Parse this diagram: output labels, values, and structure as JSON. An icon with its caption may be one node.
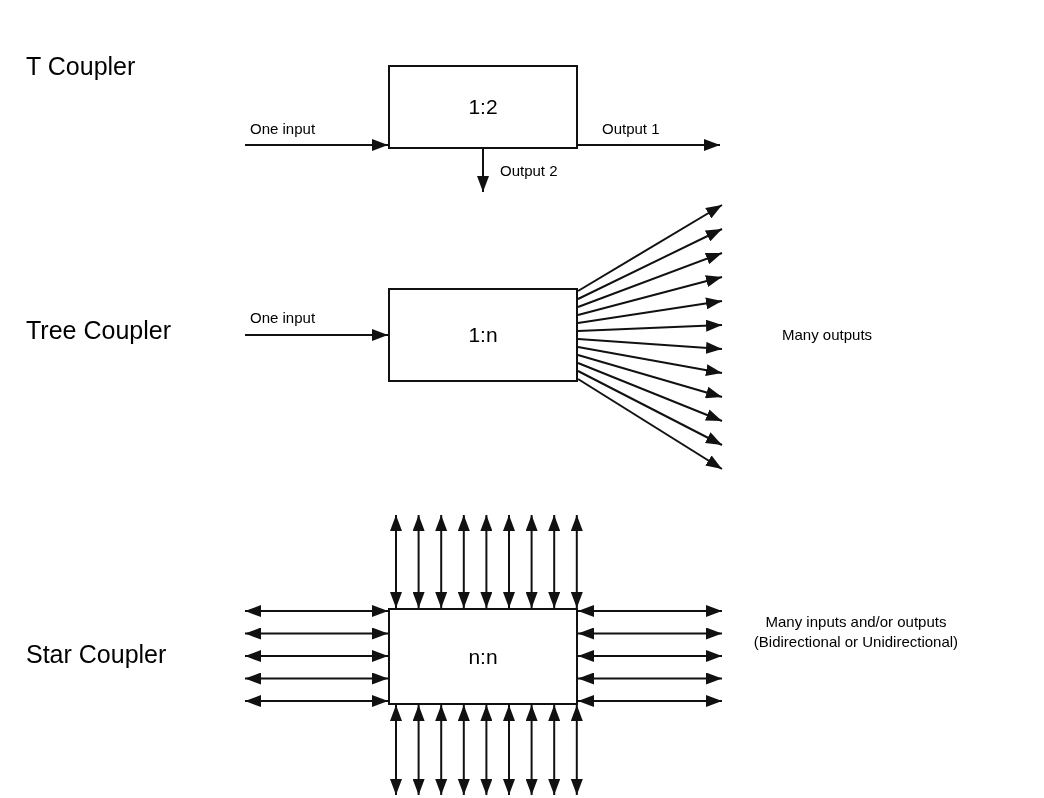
{
  "diagram": {
    "nodes": [
      {
        "text": [
          "1:2"
        ]
      },
      {
        "text": [
          "1:n"
        ]
      },
      {
        "text": [
          "n:n"
        ]
      }
    ],
    "edges": [
      {
        "from": null,
        "to": 0,
        "arrow": "to",
        "label": "One input"
      },
      {
        "from": 0,
        "to": null,
        "arrow": "to",
        "label": "Output 1"
      },
      {
        "from": 0,
        "to": null,
        "arrow": "to",
        "label": "Output 2"
      },
      {
        "from": null,
        "to": 1,
        "arrow": "to",
        "label": "One input"
      },
      {
        "from": 1,
        "to": null,
        "arrow": "to"
      },
      {
        "from": 1,
        "to": null,
        "arrow": "to"
      },
      {
        "from": 1,
        "to": null,
        "arrow": "to"
      },
      {
        "from": 1,
        "to": null,
        "arrow": "to"
      },
      {
        "from": 1,
        "to": null,
        "arrow": "to"
      },
      {
        "from": 1,
        "to": null,
        "arrow": "to"
      },
      {
        "from": 1,
        "to": null,
        "arrow": "to"
      },
      {
        "from": 1,
        "to": null,
        "arrow": "to"
      },
      {
        "from": 1,
        "to": null,
        "arrow": "to"
      },
      {
        "from": 1,
        "to": null,
        "arrow": "to"
      },
      {
        "from": 1,
        "to": null,
        "arrow": "to"
      },
      {
        "from": 1,
        "to": null,
        "arrow": "to"
      },
      {
        "from": 2,
        "to": null,
        "arrow": "both"
      },
      {
        "from": 2,
        "to": null,
        "arrow": "both"
      },
      {
        "from": 2,
        "to": null,
        "arrow": "both"
      },
      {
        "from": 2,
        "to": null,
        "arrow": "both"
      },
      {
        "from": 2,
        "to": null,
        "arrow": "both"
      },
      {
        "from": 2,
        "to": null,
        "arrow": "both"
      },
      {
        "from": 2,
        "to": null,
        "arrow": "both"
      },
      {
        "from": 2,
        "to": null,
        "arrow": "both"
      },
      {
        "from": 2,
        "to": null,
        "arrow": "both"
      },
      {
        "from": 2,
        "to": null,
        "arrow": "both"
      },
      {
        "from": 2,
        "to": null,
        "arrow": "both"
      },
      {
        "from": 2,
        "to": null,
        "arrow": "both"
      },
      {
        "from": 2,
        "to": null,
        "arrow": "both"
      },
      {
        "from": 2,
        "to": null,
        "arrow": "both"
      },
      {
        "from": 2,
        "to": null,
        "arrow": "both"
      },
      {
        "from": 2,
        "to": null,
        "arrow": "both"
      },
      {
        "from": 2,
        "to": null,
        "arrow": "both"
      },
      {
        "from": 2,
        "to": null,
        "arrow": "both"
      },
      {
        "from": 2,
        "to": null,
        "arrow": "both"
      },
      {
        "from": 2,
        "to": null,
        "arrow": "both"
      },
      {
        "from": 2,
        "to": null,
        "arrow": "both"
      },
      {
        "from": 2,
        "to": null,
        "arrow": "both"
      },
      {
        "from": 2,
        "to": null,
        "arrow": "both"
      },
      {
        "from": 2,
        "to": null,
        "arrow": "both"
      },
      {
        "from": 2,
        "to": null,
        "arrow": "both"
      },
      {
        "from": 2,
        "to": null,
        "arrow": "both"
      },
      {
        "from": 2,
        "to": null,
        "arrow": "both"
      },
      {
        "from": 2,
        "to": null,
        "arrow": "both"
      }
    ],
    "labels": [
      "T Coupler",
      "Tree Coupler",
      "Star Coupler",
      "Many outputs",
      "Many inputs and/or outputs (Bidirectional or Unidirectional)"
    ]
  }
}
